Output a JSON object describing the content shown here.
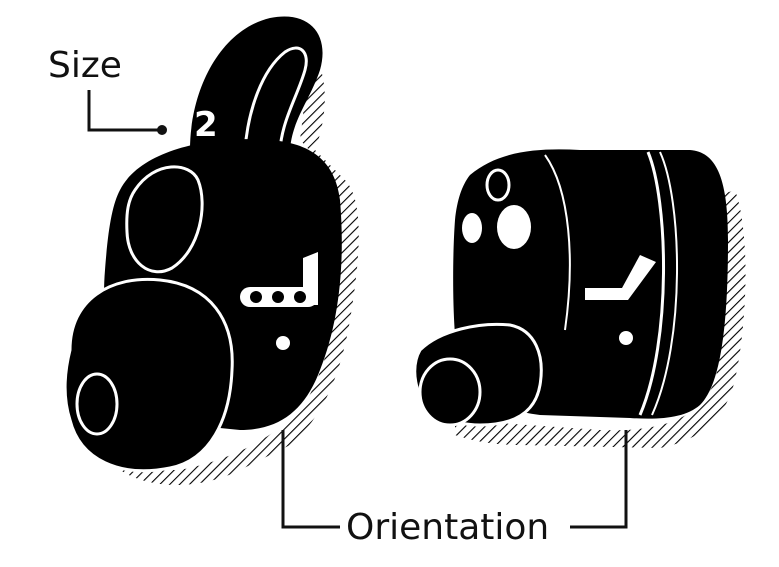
{
  "labels": {
    "size": "Size",
    "size_number": "2",
    "orientation": "Orientation"
  },
  "colors": {
    "ink": "#000000",
    "paper": "#ffffff",
    "text": "#111111"
  },
  "figure": {
    "left_earbud": "earbud with size wing and eartip",
    "right_earbud": "earbud with nozzle"
  }
}
